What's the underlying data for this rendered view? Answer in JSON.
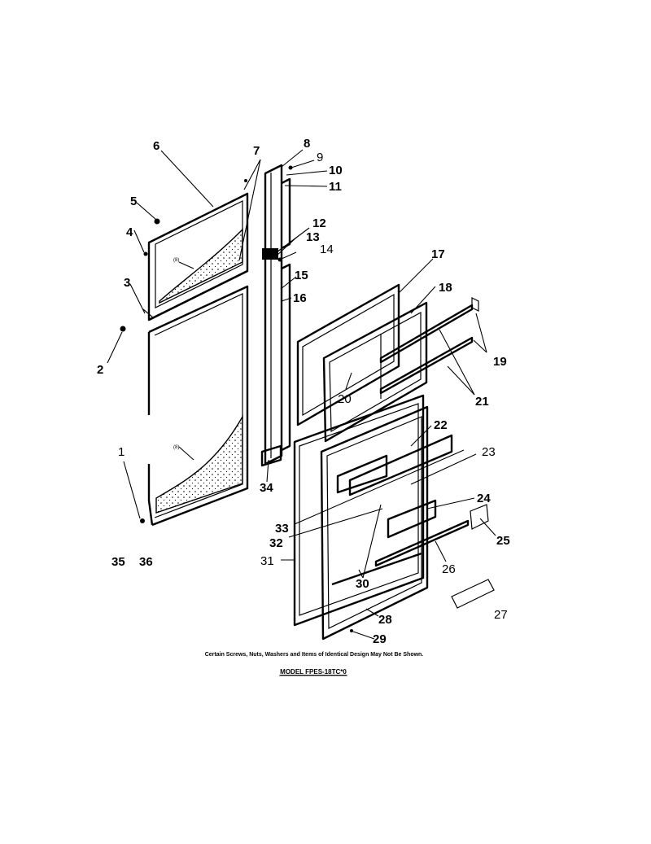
{
  "callouts": {
    "c1": "1",
    "c2": "2",
    "c3": "3",
    "c4": "4",
    "c5": "5",
    "c6": "6",
    "c7": "7",
    "c8": "8",
    "c9": "9",
    "c10": "10",
    "c11": "11",
    "c12": "12",
    "c13": "13",
    "c14": "14",
    "c15": "15",
    "c16": "16",
    "c17": "17",
    "c18": "18",
    "c19": "19",
    "c20": "20",
    "c21": "21",
    "c22": "22",
    "c23": "23",
    "c24": "24",
    "c25": "25",
    "c26": "26",
    "c27": "27",
    "c28": "28",
    "c29": "29",
    "c30": "30",
    "c31": "31",
    "c32": "32",
    "c33": "33",
    "c34": "34",
    "c35": "35",
    "c36": "36"
  },
  "marks": {
    "glass_upper": "(8)",
    "glass_lower": "(8)"
  },
  "footnote": "Certain Screws, Nuts, Washers and Items of Identical Design May Not Be Shown.",
  "model": "MODEL FPES-18TC*0"
}
